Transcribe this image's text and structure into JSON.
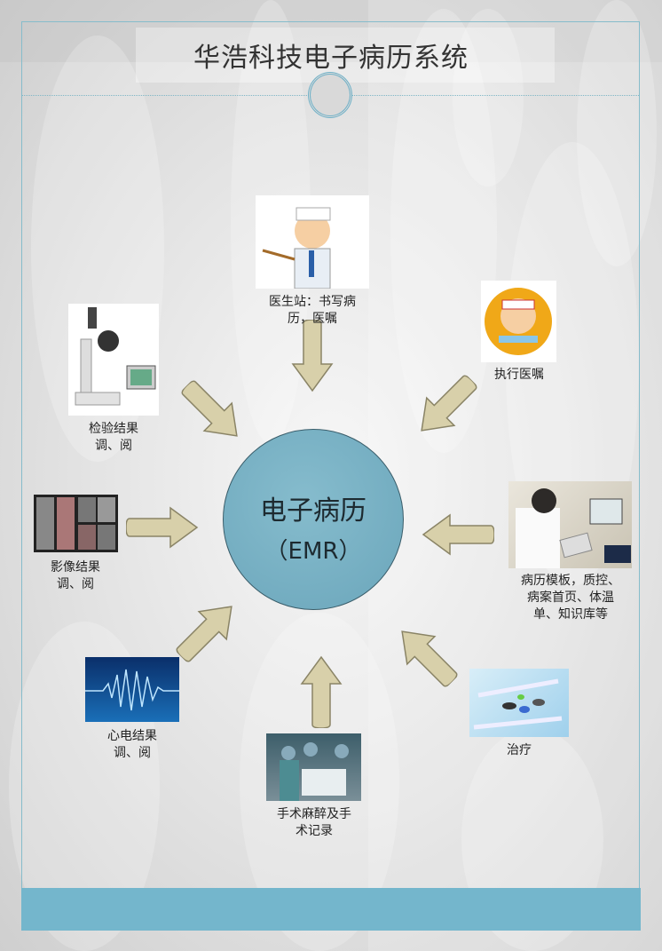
{
  "title": "华浩科技电子病历系统",
  "center": {
    "line1": "电子病历",
    "line2": "（EMR）"
  },
  "nodes": [
    {
      "id": "doctor",
      "label_lines": [
        "医生站：书写病",
        "历，医嘱"
      ],
      "image": "doctor-cartoon-image"
    },
    {
      "id": "nurse",
      "label_lines": [
        "执行医嘱"
      ],
      "image": "nurse-cartoon-image"
    },
    {
      "id": "templates",
      "label_lines": [
        "病历模板，质控、",
        "病案首页、体温",
        "单、知识库等"
      ],
      "image": "doctor-tablet-photo"
    },
    {
      "id": "treatment",
      "label_lines": [
        "治疗"
      ],
      "image": "syringes-pills-photo"
    },
    {
      "id": "surgery",
      "label_lines": [
        "手术麻醉及手",
        "术记录"
      ],
      "image": "surgery-photo"
    },
    {
      "id": "ecg",
      "label_lines": [
        "心电结果",
        "调、阅"
      ],
      "image": "ecg-waveform-image"
    },
    {
      "id": "imaging",
      "label_lines": [
        "影像结果",
        "调、阅"
      ],
      "image": "medical-imaging-image"
    },
    {
      "id": "lab",
      "label_lines": [
        "检验结果",
        "调、阅"
      ],
      "image": "microscope-photo"
    }
  ],
  "colors": {
    "accent": "#74b6cc",
    "center": "#7ab2c5",
    "arrow": "#d8d0aa"
  }
}
